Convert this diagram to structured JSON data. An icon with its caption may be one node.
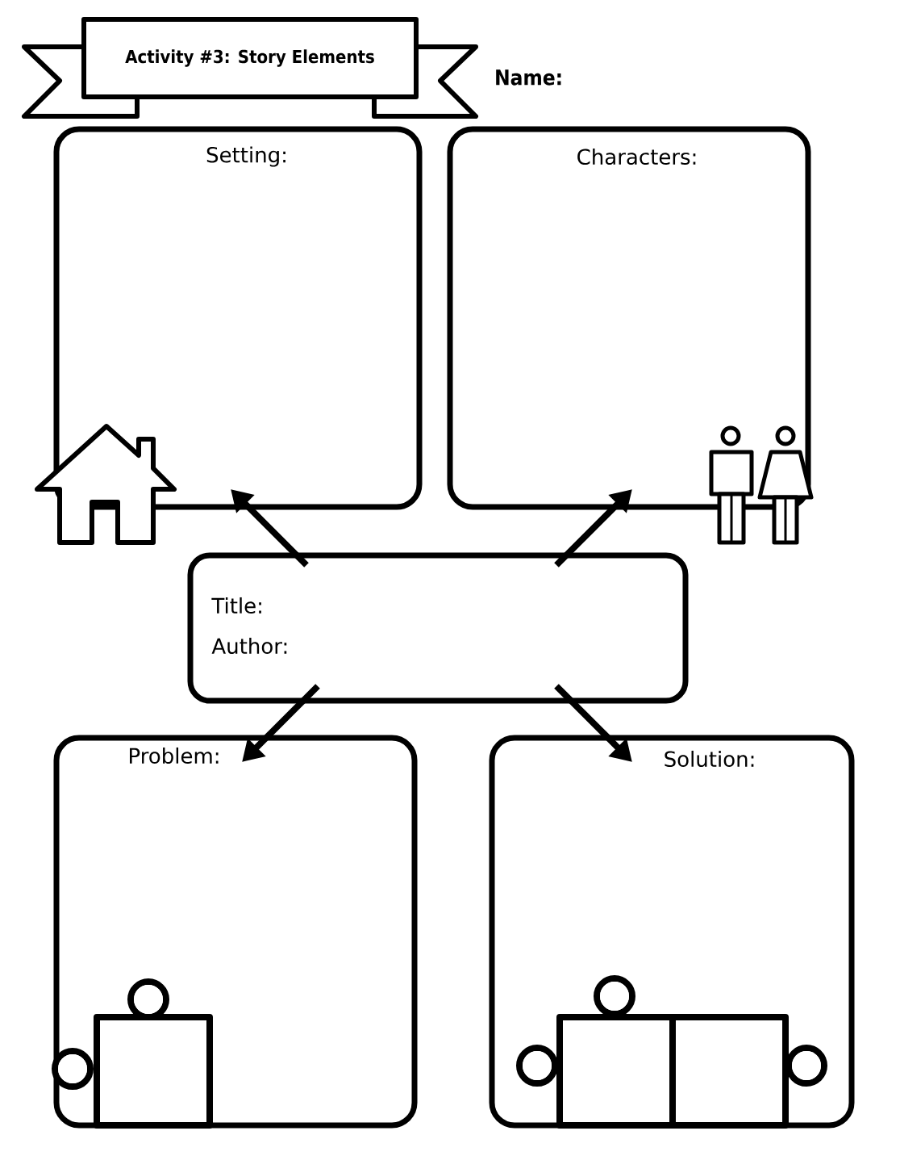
{
  "diagram": {
    "nodes": [
      {
        "text": [
          "Activity #3: Story Elements"
        ]
      },
      {
        "text": [
          "Setting:"
        ]
      },
      {
        "text": [
          "Characters:"
        ]
      },
      {
        "text": [
          "Title:",
          "Author:"
        ]
      },
      {
        "text": [
          "Problem:"
        ]
      },
      {
        "text": [
          "Solution:"
        ]
      }
    ],
    "edges": [
      {
        "from": 3,
        "to": 1,
        "arrow": "to"
      },
      {
        "from": 3,
        "to": 2,
        "arrow": "to"
      },
      {
        "from": 3,
        "to": 4,
        "arrow": "to"
      },
      {
        "from": 3,
        "to": 5,
        "arrow": "to"
      }
    ],
    "labels": [
      "Name:"
    ]
  }
}
